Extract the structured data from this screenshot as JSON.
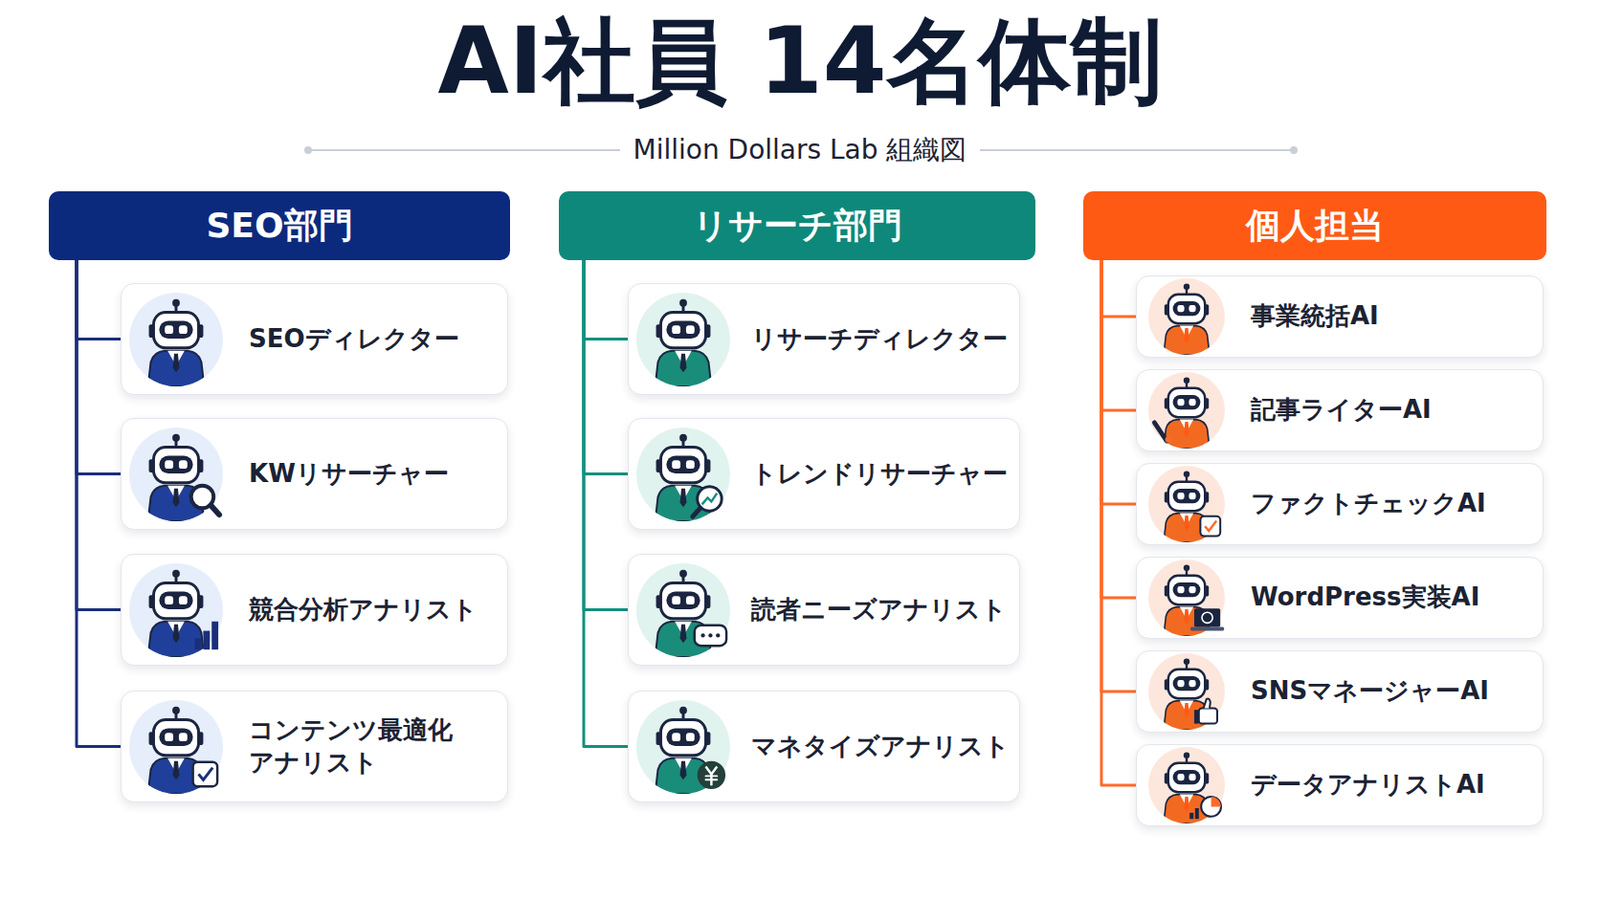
{
  "diagram": {
    "title": "AI社員 14名体制",
    "nodes": [
      {
        "text": [
          "SEO部門"
        ]
      },
      {
        "text": [
          "SEOディレクター"
        ]
      },
      {
        "text": [
          "KWリサーチャー"
        ]
      },
      {
        "text": [
          "競合分析アナリスト"
        ]
      },
      {
        "text": [
          "コンテンツ最適化 アナリスト"
        ]
      },
      {
        "text": [
          "リサーチ部門"
        ]
      },
      {
        "text": [
          "リサーチディレクター"
        ]
      },
      {
        "text": [
          "トレンドリサーチャー"
        ]
      },
      {
        "text": [
          "読者ニーズアナリスト"
        ]
      },
      {
        "text": [
          "マネタイズアナリスト"
        ]
      },
      {
        "text": [
          "個人担当"
        ]
      },
      {
        "text": [
          "事業統括AI"
        ]
      },
      {
        "text": [
          "記事ライターAI"
        ]
      },
      {
        "text": [
          "ファクトチェックAI"
        ]
      },
      {
        "text": [
          "WordPress実装AI"
        ]
      },
      {
        "text": [
          "SNSマネージャーAI"
        ]
      },
      {
        "text": [
          "データアナリストAI"
        ]
      }
    ],
    "edges": [
      {
        "from": 0,
        "to": 1,
        "arrow": "none"
      },
      {
        "from": 0,
        "to": 2,
        "arrow": "none"
      },
      {
        "from": 0,
        "to": 3,
        "arrow": "none"
      },
      {
        "from": 0,
        "to": 4,
        "arrow": "none"
      },
      {
        "from": 5,
        "to": 6,
        "arrow": "none"
      },
      {
        "from": 5,
        "to": 7,
        "arrow": "none"
      },
      {
        "from": 5,
        "to": 8,
        "arrow": "none"
      },
      {
        "from": 5,
        "to": 9,
        "arrow": "none"
      },
      {
        "from": 10,
        "to": 11,
        "arrow": "none"
      },
      {
        "from": 10,
        "to": 12,
        "arrow": "none"
      },
      {
        "from": 10,
        "to": 13,
        "arrow": "none"
      },
      {
        "from": 10,
        "to": 14,
        "arrow": "none"
      },
      {
        "from": 10,
        "to": 15,
        "arrow": "none"
      },
      {
        "from": 10,
        "to": 16,
        "arrow": "none"
      }
    ],
    "labels": [
      "Million Dollars Lab 組織図"
    ]
  }
}
